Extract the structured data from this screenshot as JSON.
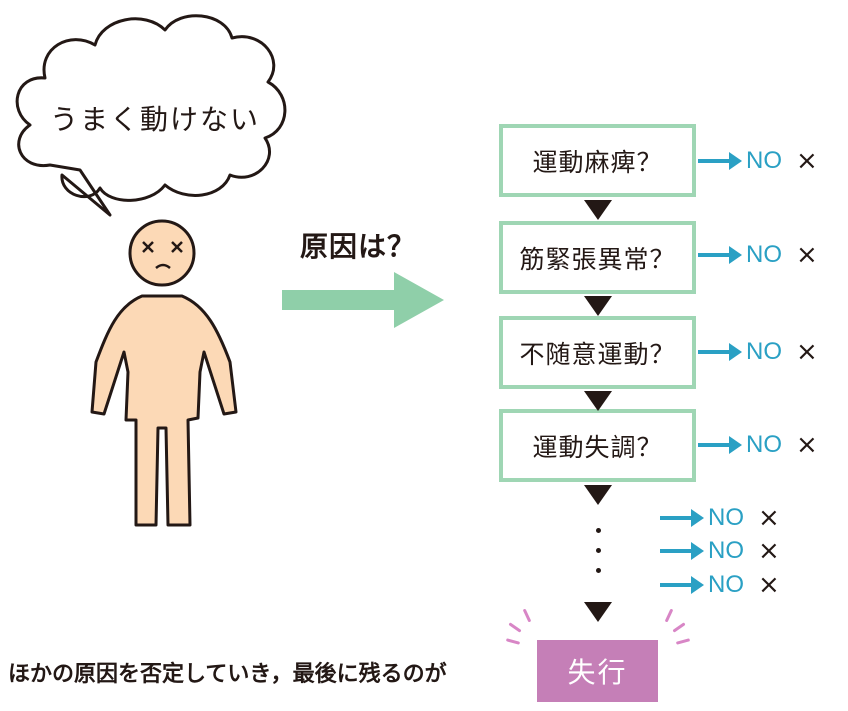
{
  "speech": {
    "text": "うまく動けない"
  },
  "question": {
    "text": "原因は？"
  },
  "flow": {
    "steps": [
      {
        "label": "運動麻痺？",
        "no": "NO",
        "mark": "×"
      },
      {
        "label": "筋緊張異常？",
        "no": "NO",
        "mark": "×"
      },
      {
        "label": "不随意運動？",
        "no": "NO",
        "mark": "×"
      },
      {
        "label": "運動失調？",
        "no": "NO",
        "mark": "×"
      }
    ],
    "extra_no": [
      {
        "no": "NO",
        "mark": "×"
      },
      {
        "no": "NO",
        "mark": "×"
      },
      {
        "no": "NO",
        "mark": "×"
      }
    ]
  },
  "conclusion": {
    "text": "ほかの原因を否定していき，最後に残るのが",
    "result": "失行"
  },
  "colors": {
    "box_border": "#9fd6b4",
    "big_arrow": "#8fcfa9",
    "no_color": "#2aa0c4",
    "result_bg": "#c57fb7",
    "skin": "#fcd9b6",
    "line": "#231815"
  }
}
